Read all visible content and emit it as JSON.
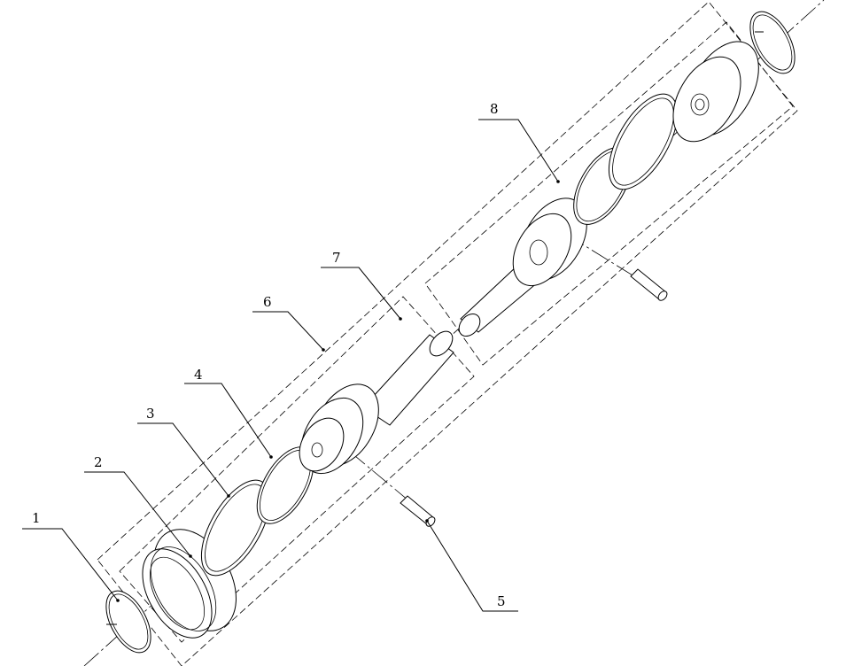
{
  "callouts": [
    {
      "id": "1"
    },
    {
      "id": "2"
    },
    {
      "id": "3"
    },
    {
      "id": "4"
    },
    {
      "id": "5"
    },
    {
      "id": "6"
    },
    {
      "id": "7"
    },
    {
      "id": "8"
    }
  ]
}
